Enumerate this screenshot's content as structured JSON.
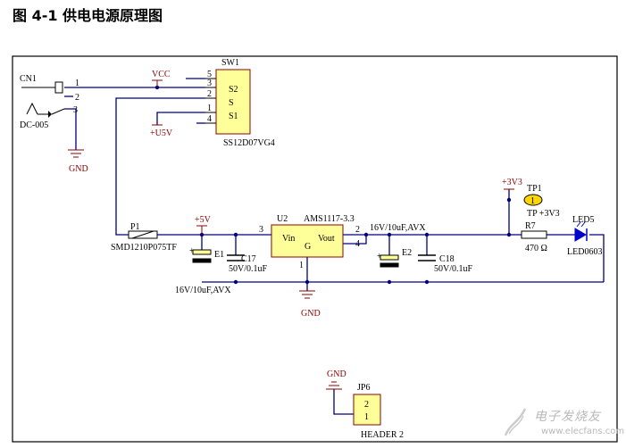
{
  "title": "图 4-1  供电电源原理图",
  "colors": {
    "wire": "#000080",
    "body": "#000000",
    "fill": "#ffff99",
    "power": "#8b0000",
    "pin": "#000000",
    "tp": "#ffd700",
    "led": "#0000cc",
    "frame": "#000000"
  },
  "components": {
    "cn1": {
      "ref": "CN1",
      "part": "DC-005",
      "pins": [
        "1",
        "2",
        "3"
      ]
    },
    "sw1": {
      "ref": "SW1",
      "part": "SS12D07VG4",
      "pins_left": [
        "5",
        "3",
        "2",
        "1",
        "4"
      ],
      "pins_inside": [
        "S2",
        "S",
        "S1"
      ]
    },
    "p1": {
      "ref": "P1",
      "part": "SMD1210P075TF"
    },
    "u2": {
      "ref": "U2",
      "part": "AMS1117-3.3",
      "pin_vin": "Vin",
      "pin_vout": "Vout",
      "pin_g": "G",
      "pin_numbers": [
        "3",
        "2",
        "4",
        "1"
      ]
    },
    "e1": {
      "ref": "E1",
      "value": "16V/10uF,AVX",
      "plus": "+"
    },
    "c17": {
      "ref": "C17",
      "value": "50V/0.1uF"
    },
    "e2": {
      "ref": "E2",
      "value": "16V/10uF,AVX",
      "plus": "+"
    },
    "c18": {
      "ref": "C18",
      "value": "50V/0.1uF"
    },
    "tp1": {
      "ref": "TP1",
      "value": "TP +3V3",
      "pin": "1"
    },
    "r7": {
      "ref": "R7",
      "value": "470 Ω"
    },
    "led5": {
      "ref": "LED5",
      "part": "LED0603"
    },
    "jp6": {
      "ref": "JP6",
      "part": "HEADER 2",
      "pins": [
        "2",
        "1"
      ]
    }
  },
  "power_labels": {
    "vcc": "VCC",
    "u5v": "+U5V",
    "p5v": "+5V",
    "p3v3": "+3V3",
    "gnd": "GND"
  },
  "watermark": {
    "name": "电子发烧友",
    "url": "www.elecfans.com"
  }
}
